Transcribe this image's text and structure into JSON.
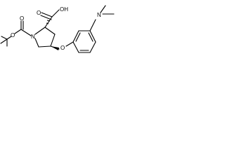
{
  "structure": {
    "labels": {
      "carboxyl_oh": "OH",
      "carboxyl_o": "O",
      "ring_n": "N",
      "boc_carbonyl_o": "O",
      "boc_ester_o": "O",
      "ether_o": "O",
      "dimethylamino_n": "N"
    },
    "colors": {
      "bond": "#000000",
      "label": "#000000",
      "background": "#ffffff"
    }
  }
}
